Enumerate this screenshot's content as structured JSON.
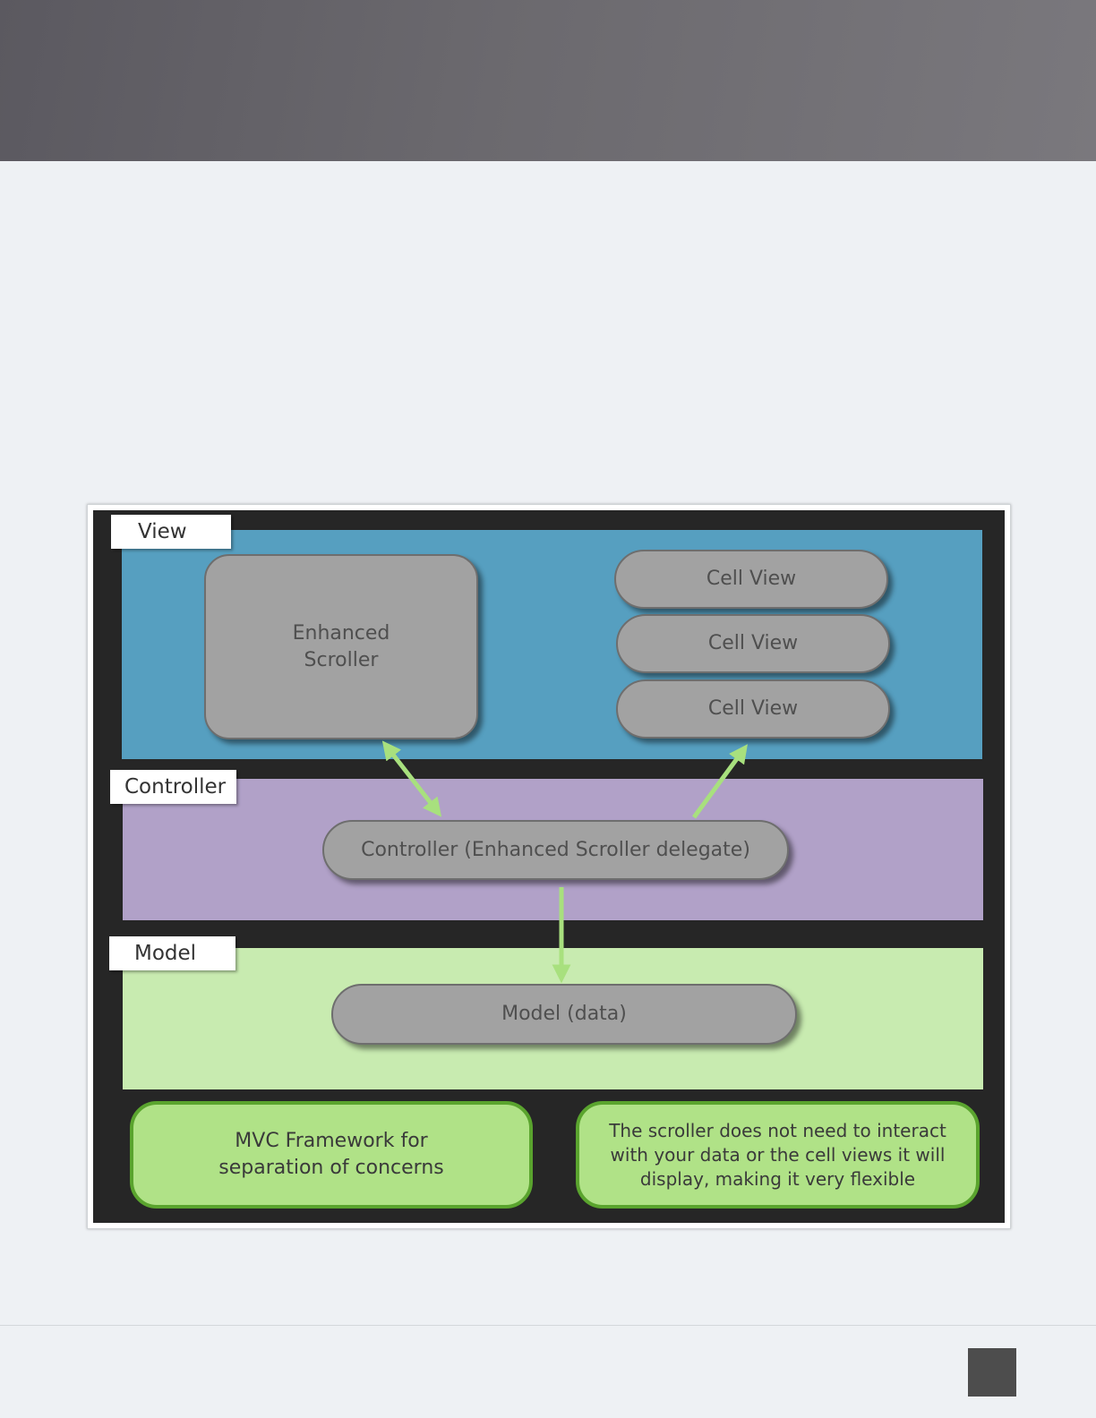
{
  "diagram": {
    "layers": {
      "view": {
        "label": "View",
        "color": "#569fc0"
      },
      "controller": {
        "label": "Controller",
        "color": "#b1a1c8"
      },
      "model": {
        "label": "Model",
        "color": "#c8ebb0"
      }
    },
    "nodes": {
      "enhanced_scroller": "Enhanced\nScroller",
      "cell_views": [
        "Cell View",
        "Cell View",
        "Cell View"
      ],
      "controller": "Controller (Enhanced Scroller delegate)",
      "model": "Model (data)"
    },
    "edges": [
      {
        "from": "controller",
        "to": "enhanced_scroller",
        "direction": "both"
      },
      {
        "from": "controller",
        "to": "cell_views",
        "direction": "forward"
      },
      {
        "from": "controller",
        "to": "model",
        "direction": "forward"
      }
    ],
    "notes": {
      "left": "MVC Framework for\nseparation of concerns",
      "right": "The scroller does not need to interact\nwith your data or the cell views it will\ndisplay, making it very flexible"
    },
    "colors": {
      "node_fill": "#a2a2a2",
      "arrow": "#a8e07e",
      "note_fill": "#b0e287",
      "note_border": "#5aa42e",
      "canvas": "#262626"
    }
  },
  "page": {
    "header_color": "#66646a",
    "page_box_color": "#4d4d4d"
  }
}
